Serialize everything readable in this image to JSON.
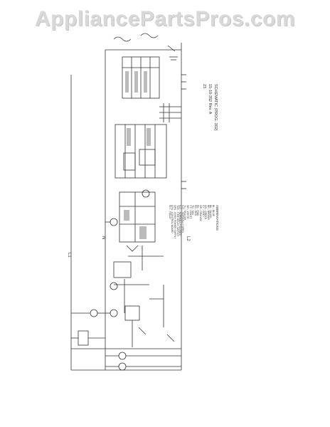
{
  "watermark": "AppliancePartsPros.com",
  "caption": {
    "line1": "SCHEMATIC (PROG. 302)",
    "line2": "15-10-352 Rev. A",
    "line3": "23"
  },
  "abbreviations": {
    "title": "ABBREVIATIONS",
    "items": [
      "BL  - BLUE",
      "BK  - BLACK",
      "BR  - BROWN",
      "GN  - GREEN",
      "GY  - GREY",
      "OR  - ORANGE",
      "PK  - PINK",
      "RD  - RED",
      "TN  - TAN",
      "VT  - VIOLET",
      "WH  - WHITE",
      "YL  - YELLOW",
      "N.O. - NORMALLY OPEN",
      "N.C. - NORMALLY CLOSED",
      "TDS - TIME DELAY SWITCH",
      "OPS - OVEN POWER SUPPLY",
      "CPU - CONTROL BOARD",
      "RLY - RELAY"
    ]
  },
  "labels": {
    "left_top": "L1",
    "left_mid": "N",
    "left_bot": "L2"
  }
}
